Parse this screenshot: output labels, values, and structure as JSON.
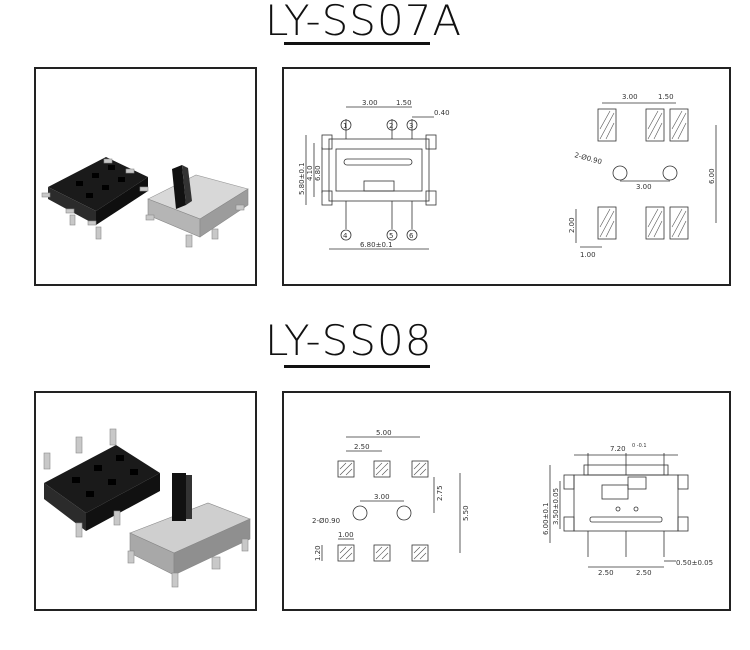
{
  "sections": [
    {
      "title": "LY-SS07A",
      "drawing_left": {
        "pin_numbers": [
          "1",
          "2",
          "3",
          "4",
          "5",
          "6"
        ],
        "dims": {
          "d300": "3.00",
          "d150": "1.50",
          "d040": "0.40",
          "height_total": "5.80±0.1",
          "height_mid": "4.10",
          "height_inner": "6.80",
          "width_total": "6.80±0.1"
        }
      },
      "drawing_right": {
        "dims": {
          "d300": "3.00",
          "d150": "1.50",
          "hole": "2-Ø0.90",
          "hole_spacing": "3.00",
          "height": "6.00",
          "pad_h": "2.00",
          "pad_w": "1.00"
        }
      }
    },
    {
      "title": "LY-SS08",
      "drawing_left": {
        "dims": {
          "d500": "5.00",
          "d250": "2.50",
          "d300": "3.00",
          "hole": "2-Ø0.90",
          "d275": "2.75",
          "d550": "5.50",
          "pad_w": "1.00",
          "pad_h": "1.20"
        }
      },
      "drawing_right": {
        "dims": {
          "top_w": "7.20",
          "top_tol": "0\n-0.1",
          "h_total": "6.00±0.1",
          "h_inner": "3.50±0.05",
          "d250a": "2.50",
          "d250b": "2.50",
          "d050": "0.50±0.05"
        }
      }
    }
  ],
  "colors": {
    "border": "#222222",
    "line": "#333333"
  }
}
